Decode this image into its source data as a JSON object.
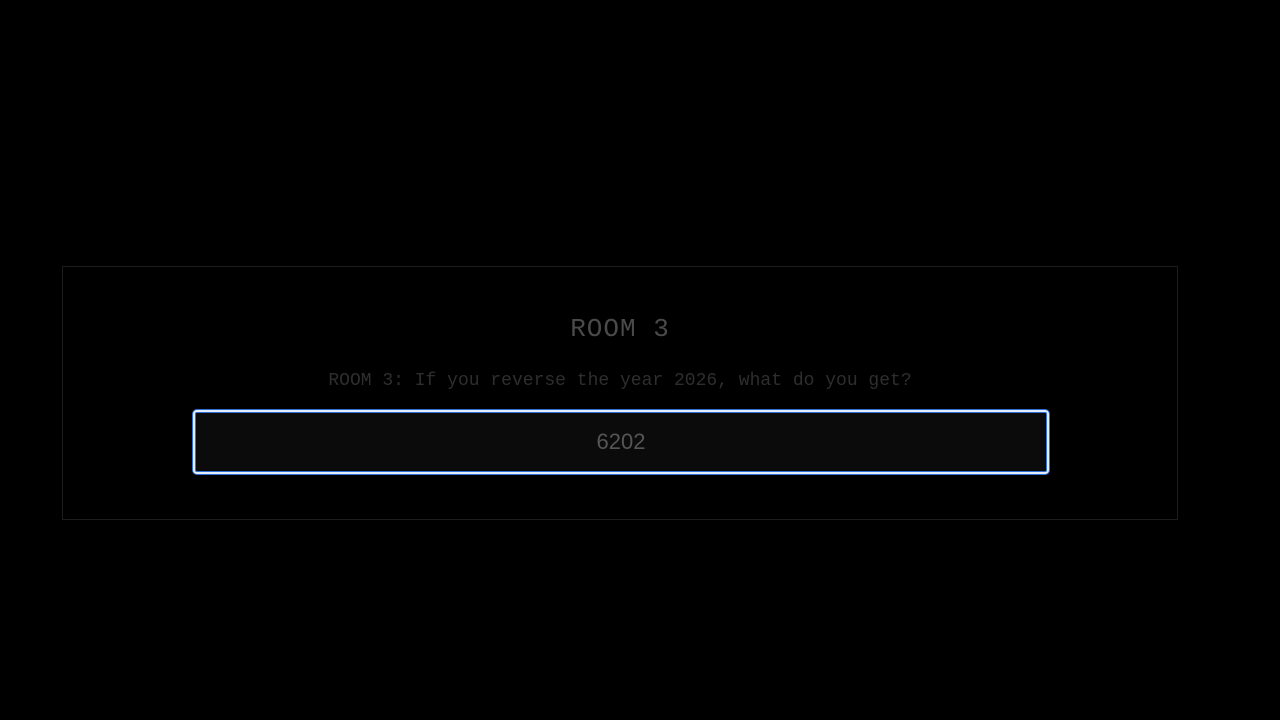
{
  "room": {
    "title": "ROOM 3",
    "question": "ROOM 3: If you reverse the year 2026, what do you get?",
    "answer_value": "6202"
  },
  "colors": {
    "background": "#000000",
    "panel_border": "#1c1c1c",
    "title_text": "#4a4a4a",
    "question_text": "#2e2e2e",
    "input_background": "#0b0b0b",
    "input_focus_ring": "#2f6fd6",
    "input_text": "#555555"
  }
}
